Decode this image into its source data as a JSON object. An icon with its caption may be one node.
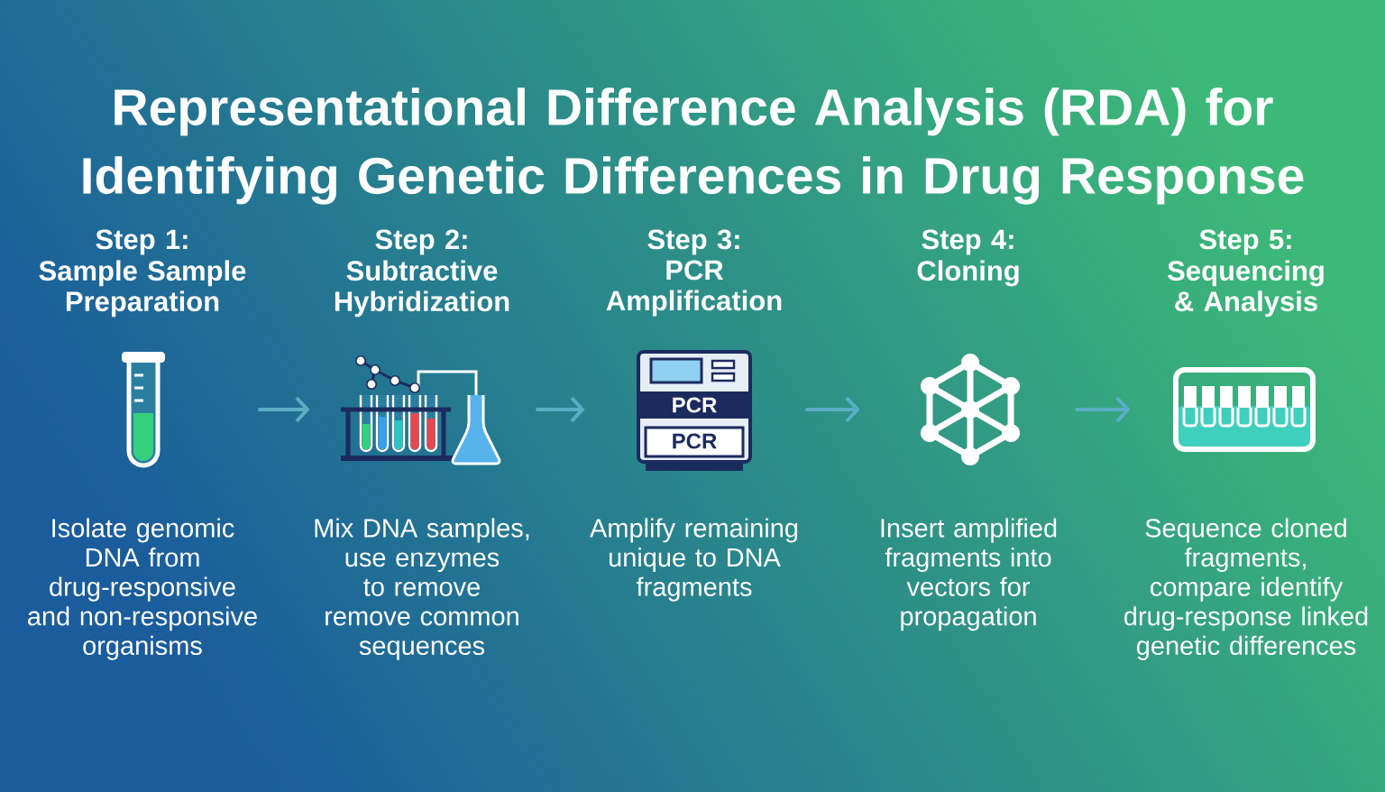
{
  "diagram": {
    "title": "Representational Difference Analysis (RDA) for Identifying Genetic Differences in Drug Response",
    "nodes": [
      {
        "text": [],
        "shape": "picture",
        "beside": [
          "Step 1:",
          "Sample Sample Preparation",
          "Isolate genomic DNA from drug-responsive and non-responsive organisms"
        ]
      },
      {
        "text": [],
        "shape": "picture",
        "beside": [
          "Step 2:",
          "Subtractive Hybridization",
          "Mix DNA samples, use enzymes to remove remove common sequences"
        ]
      },
      {
        "text": [],
        "shape": "picture",
        "beside": [
          "Step 3:",
          "PCR Amplification",
          "Amplify remaining unique to DNA fragments"
        ]
      },
      {
        "text": [],
        "shape": "picture",
        "beside": [
          "Step 4:",
          "Cloning",
          "Insert amplified fragments into vectors for propagation"
        ]
      },
      {
        "text": [],
        "shape": "picture",
        "beside": [
          "Step 5:",
          "Sequencing & Analysis",
          "Sequence cloned fragments, compare identify drug-response linked genetic differences"
        ]
      }
    ],
    "edges": [
      {
        "from": 0,
        "to": 1,
        "arrow": "to"
      },
      {
        "from": 1,
        "to": 2,
        "arrow": "to"
      },
      {
        "from": 2,
        "to": 3,
        "arrow": "to"
      },
      {
        "from": 3,
        "to": 4,
        "arrow": "to"
      }
    ],
    "labels": [
      "PCR",
      "PCR"
    ]
  }
}
